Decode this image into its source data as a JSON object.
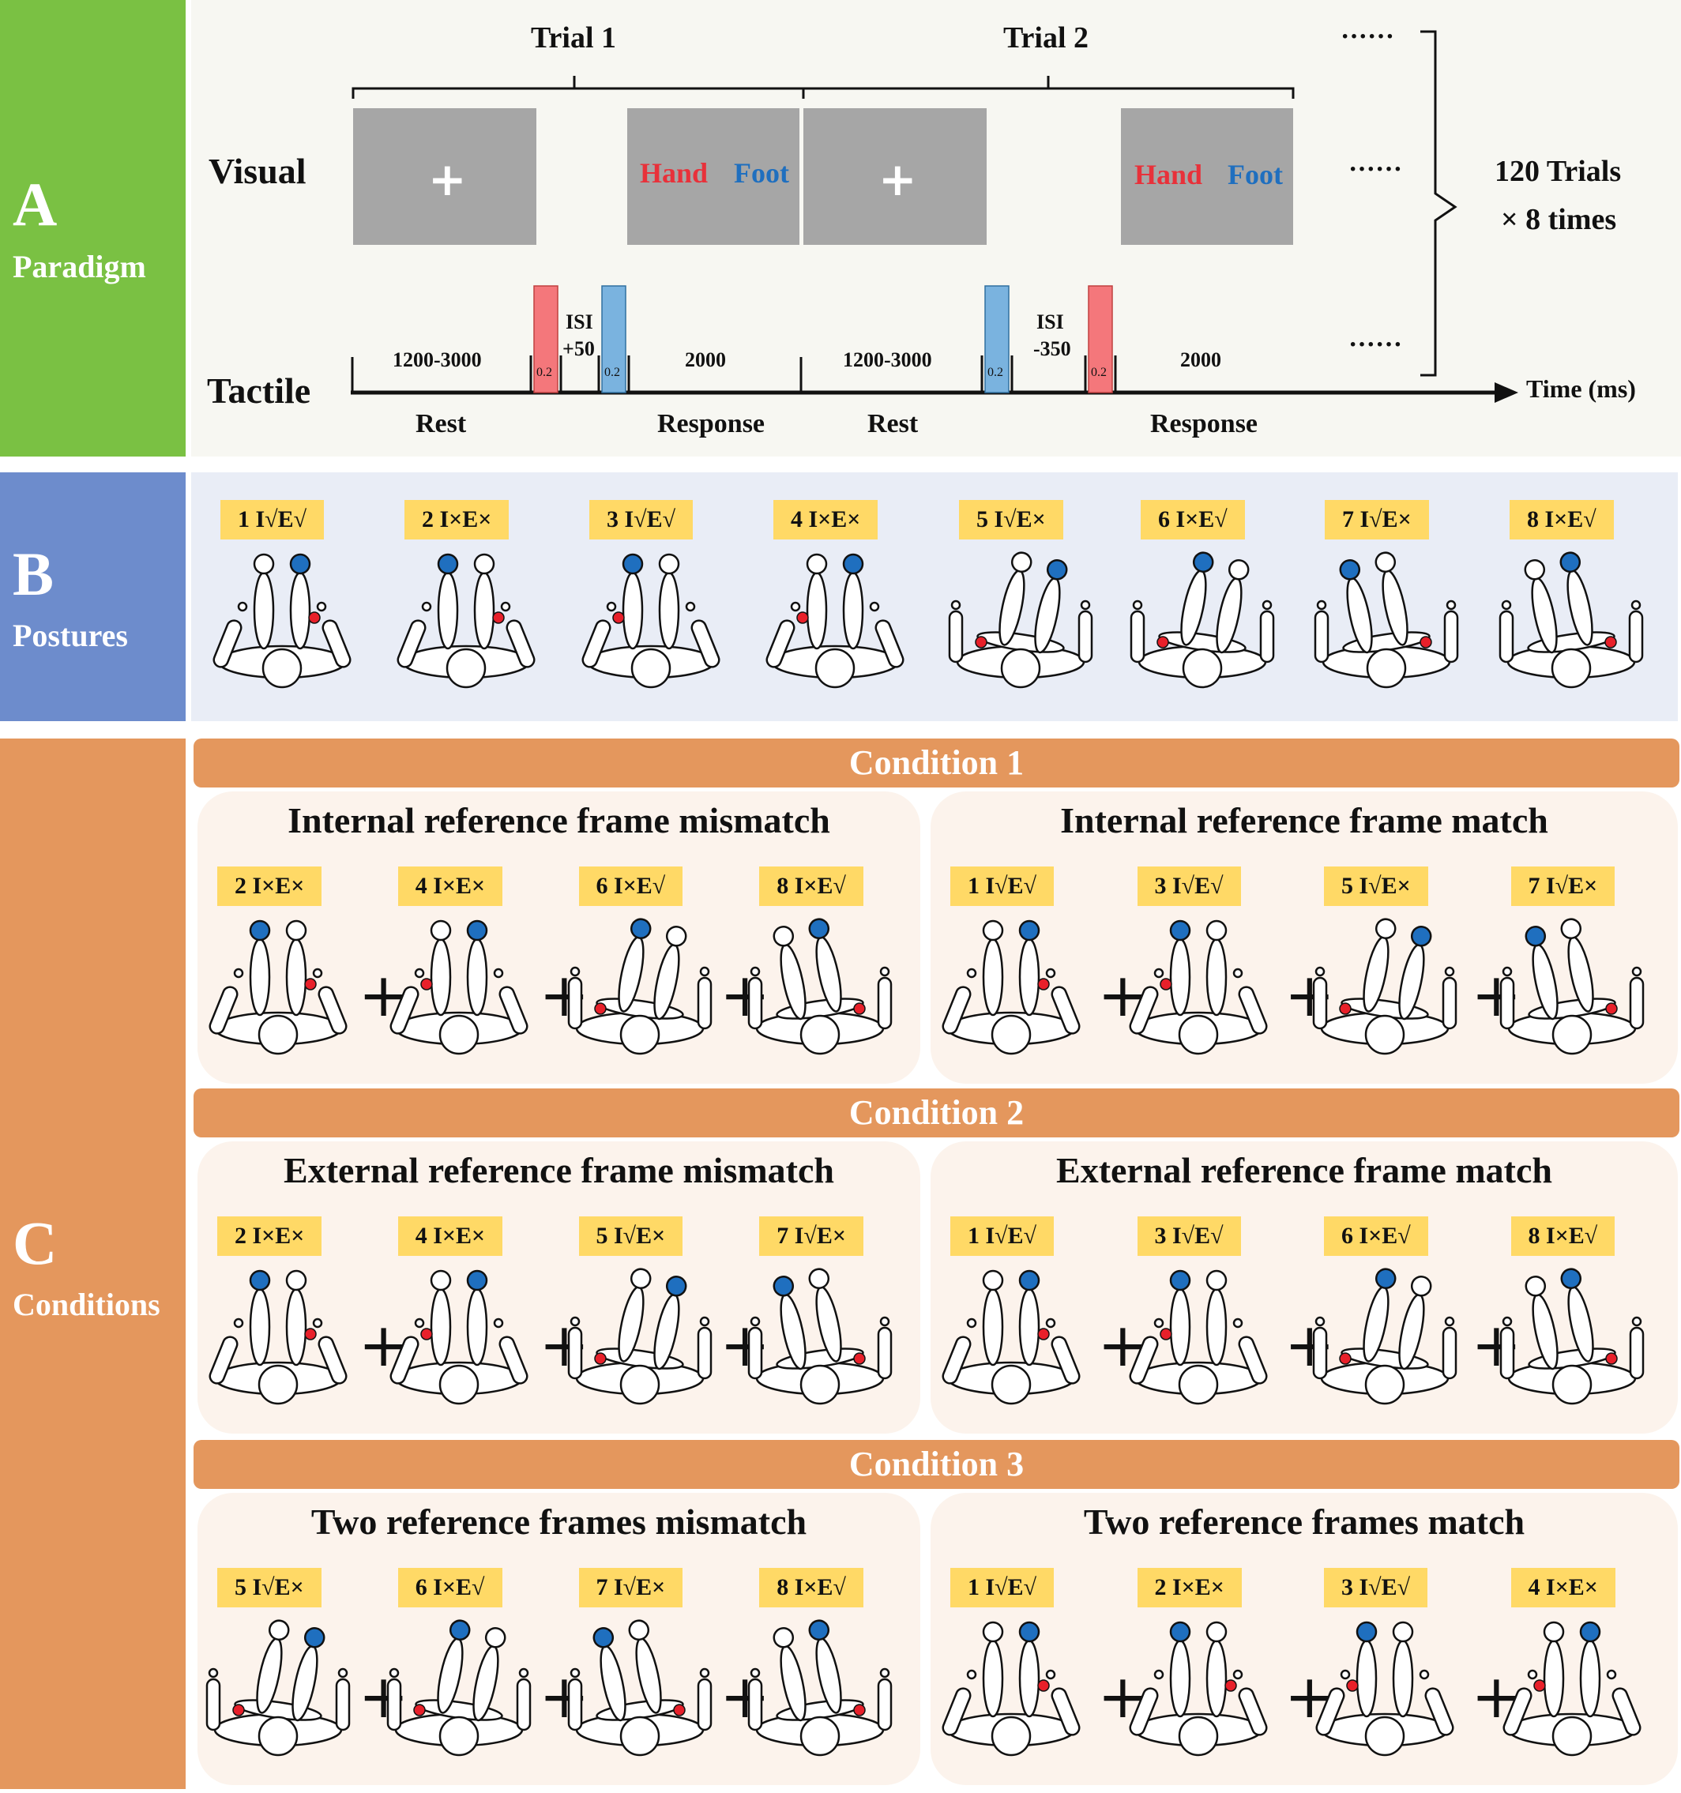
{
  "panels": {
    "A": {
      "letter": "A",
      "word": "Paradigm"
    },
    "B": {
      "letter": "B",
      "word": "Postures"
    },
    "C": {
      "letter": "C",
      "word": "Conditions"
    }
  },
  "paradigm": {
    "trial1": "Trial 1",
    "trial2": "Trial 2",
    "visual_label": "Visual",
    "tactile_label": "Tactile",
    "cross": "+",
    "hand": "Hand",
    "foot": "Foot",
    "dots": "······",
    "trials_line1": "120 Trials",
    "trials_line2": "× 8 times",
    "time_label": "Time (ms)",
    "rest_dur": "1200-3000",
    "resp_dur": "2000",
    "isi_label": "ISI",
    "isi1": "+50",
    "isi2": "-350",
    "pulse": "0.2",
    "rest": "Rest",
    "response": "Response",
    "colors": {
      "hand": "#e8313a",
      "foot": "#1f6fbf",
      "red_bar": "#f4777b",
      "blue_bar": "#7ab3df",
      "screen": "#a6a6a6"
    }
  },
  "postures": [
    {
      "num": "1",
      "code": "I√E√"
    },
    {
      "num": "2",
      "code": "I×E×"
    },
    {
      "num": "3",
      "code": "I√E√"
    },
    {
      "num": "4",
      "code": "I×E×"
    },
    {
      "num": "5",
      "code": "I√E×"
    },
    {
      "num": "6",
      "code": "I×E√"
    },
    {
      "num": "7",
      "code": "I√E×"
    },
    {
      "num": "8",
      "code": "I×E√"
    }
  ],
  "conditions": [
    {
      "header": "Condition 1",
      "left": {
        "title": "Internal reference frame mismatch",
        "items": [
          "2",
          "4",
          "6",
          "8"
        ]
      },
      "right": {
        "title": "Internal reference frame match",
        "items": [
          "1",
          "3",
          "5",
          "7"
        ]
      }
    },
    {
      "header": "Condition 2",
      "left": {
        "title": "External  reference frame mismatch",
        "items": [
          "2",
          "4",
          "5",
          "7"
        ]
      },
      "right": {
        "title": "External  reference frame match",
        "items": [
          "1",
          "3",
          "6",
          "8"
        ]
      }
    },
    {
      "header": "Condition 3",
      "left": {
        "title": "Two reference frames mismatch",
        "items": [
          "5",
          "6",
          "7",
          "8"
        ]
      },
      "right": {
        "title": "Two reference frames match",
        "items": [
          "1",
          "2",
          "3",
          "4"
        ]
      }
    }
  ],
  "plus_sign": "+"
}
